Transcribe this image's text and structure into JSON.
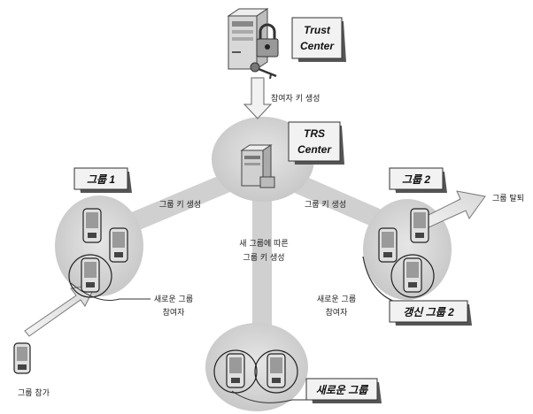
{
  "nodes": {
    "trust_center": {
      "line1": "Trust",
      "line2": "Center"
    },
    "trs_center": {
      "line1": "TRS",
      "line2": "Center"
    },
    "group1": {
      "label": "그룹 1"
    },
    "group2": {
      "label": "그룹 2"
    },
    "renewed_group2": {
      "label": "갱신 그룹 2"
    },
    "new_group": {
      "label": "새로운 그룹"
    }
  },
  "labels": {
    "participant_key_gen": "참여자 키 생성",
    "group_key_gen_left": "그룹 키 생성",
    "group_key_gen_right": "그룹 키 생성",
    "new_group_key_line1": "새 그룹에 따른",
    "new_group_key_line2": "그룹 키 생성",
    "new_group_join_left_line1": "새로운 그룹",
    "new_group_join_left_line2": "참여자",
    "new_group_join_right_line1": "새로운 그룹",
    "new_group_join_right_line2": "참여자",
    "group_join": "그룹 참가",
    "group_leave": "그룹 탈퇴"
  },
  "colors": {
    "circle_fill": "#d9d9d9",
    "spoke": "#cfcfcf",
    "tag_bg": "#f2f2f2",
    "tag_shadow": "#555555"
  }
}
